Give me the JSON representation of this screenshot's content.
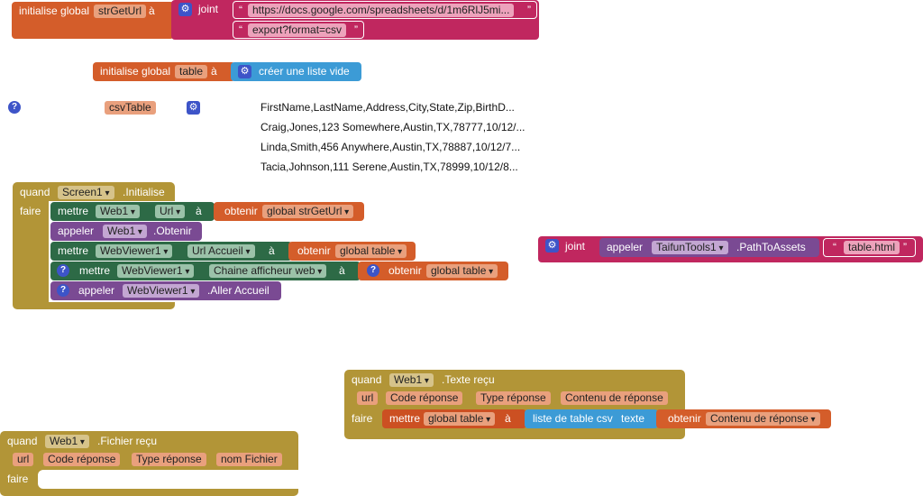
{
  "canvas": {
    "background": "#ffffff",
    "colors": {
      "variable_block": "#d45d2a",
      "text_block": "#c0275f",
      "event_block": "#b29537",
      "component_setter": "#2d6a46",
      "component_call": "#7a4a93",
      "list_block": "#3c9bd6",
      "mutator_gear": "#3d54c8"
    }
  },
  "global_strgeturl": {
    "keyword": "initialise global",
    "name": "strGetUrl",
    "to": "à",
    "join_label": "joint",
    "gear_icon": "gear-icon",
    "text1": "https://docs.google.com/spreadsheets/d/1m6RlJ5mi...",
    "text2": "export?format=csv",
    "quote": "“",
    "quote_close": "”"
  },
  "global_table": {
    "keyword": "initialise global",
    "name": "table",
    "to": "à",
    "list_label": "créer une liste vide"
  },
  "csvtable_note": {
    "name": "csvTable",
    "help_icon": "question-icon",
    "gear_icon": "gear-icon",
    "lines": [
      "FirstName,LastName,Address,City,State,Zip,BirthD...",
      "Craig,Jones,123 Somewhere,Austin,TX,78777,10/12/...",
      "Linda,Smith,456 Anywhere,Austin,TX,78887,10/12/7...",
      "Tacia,Johnson,111 Serene,Austin,TX,78999,10/12/8..."
    ]
  },
  "screen_init": {
    "when": "quand",
    "component": "Screen1",
    "event": ".Initialise",
    "do": "faire",
    "row1": {
      "set": "mettre",
      "component": "Web1",
      "property": "Url",
      "to": "à",
      "get": "obtenir",
      "var": "global strGetUrl"
    },
    "row2": {
      "call": "appeler",
      "component": "Web1",
      "method": ".Obtenir"
    },
    "row3": {
      "set": "mettre",
      "component": "WebViewer1",
      "property": "Url Accueil",
      "to": "à",
      "get": "obtenir",
      "var": "global table"
    },
    "row4": {
      "set": "mettre",
      "component": "WebViewer1",
      "property": "Chaine afficheur web",
      "to": "à",
      "get": "obtenir",
      "var": "global table"
    },
    "row5": {
      "call": "appeler",
      "component": "WebViewer1",
      "method": ".Aller Accueil"
    }
  },
  "loose_join": {
    "join_label": "joint",
    "call": "appeler",
    "component": "TaifunTools1",
    "method": ".PathToAssets",
    "text": "table.html",
    "quote": "“",
    "quote_close": "”"
  },
  "web_text_received": {
    "when": "quand",
    "component": "Web1",
    "event": ".Texte reçu",
    "params": [
      "url",
      "Code réponse",
      "Type réponse",
      "Contenu de réponse"
    ],
    "do": "faire",
    "set": "mettre",
    "var": "global table",
    "to": "à",
    "csv_label": "liste de table csv",
    "text_label": "texte",
    "get": "obtenir",
    "value": "Contenu de réponse"
  },
  "web_file_received": {
    "when": "quand",
    "component": "Web1",
    "event": ".Fichier reçu",
    "params": [
      "url",
      "Code réponse",
      "Type réponse",
      "nom Fichier"
    ],
    "do": "faire"
  }
}
